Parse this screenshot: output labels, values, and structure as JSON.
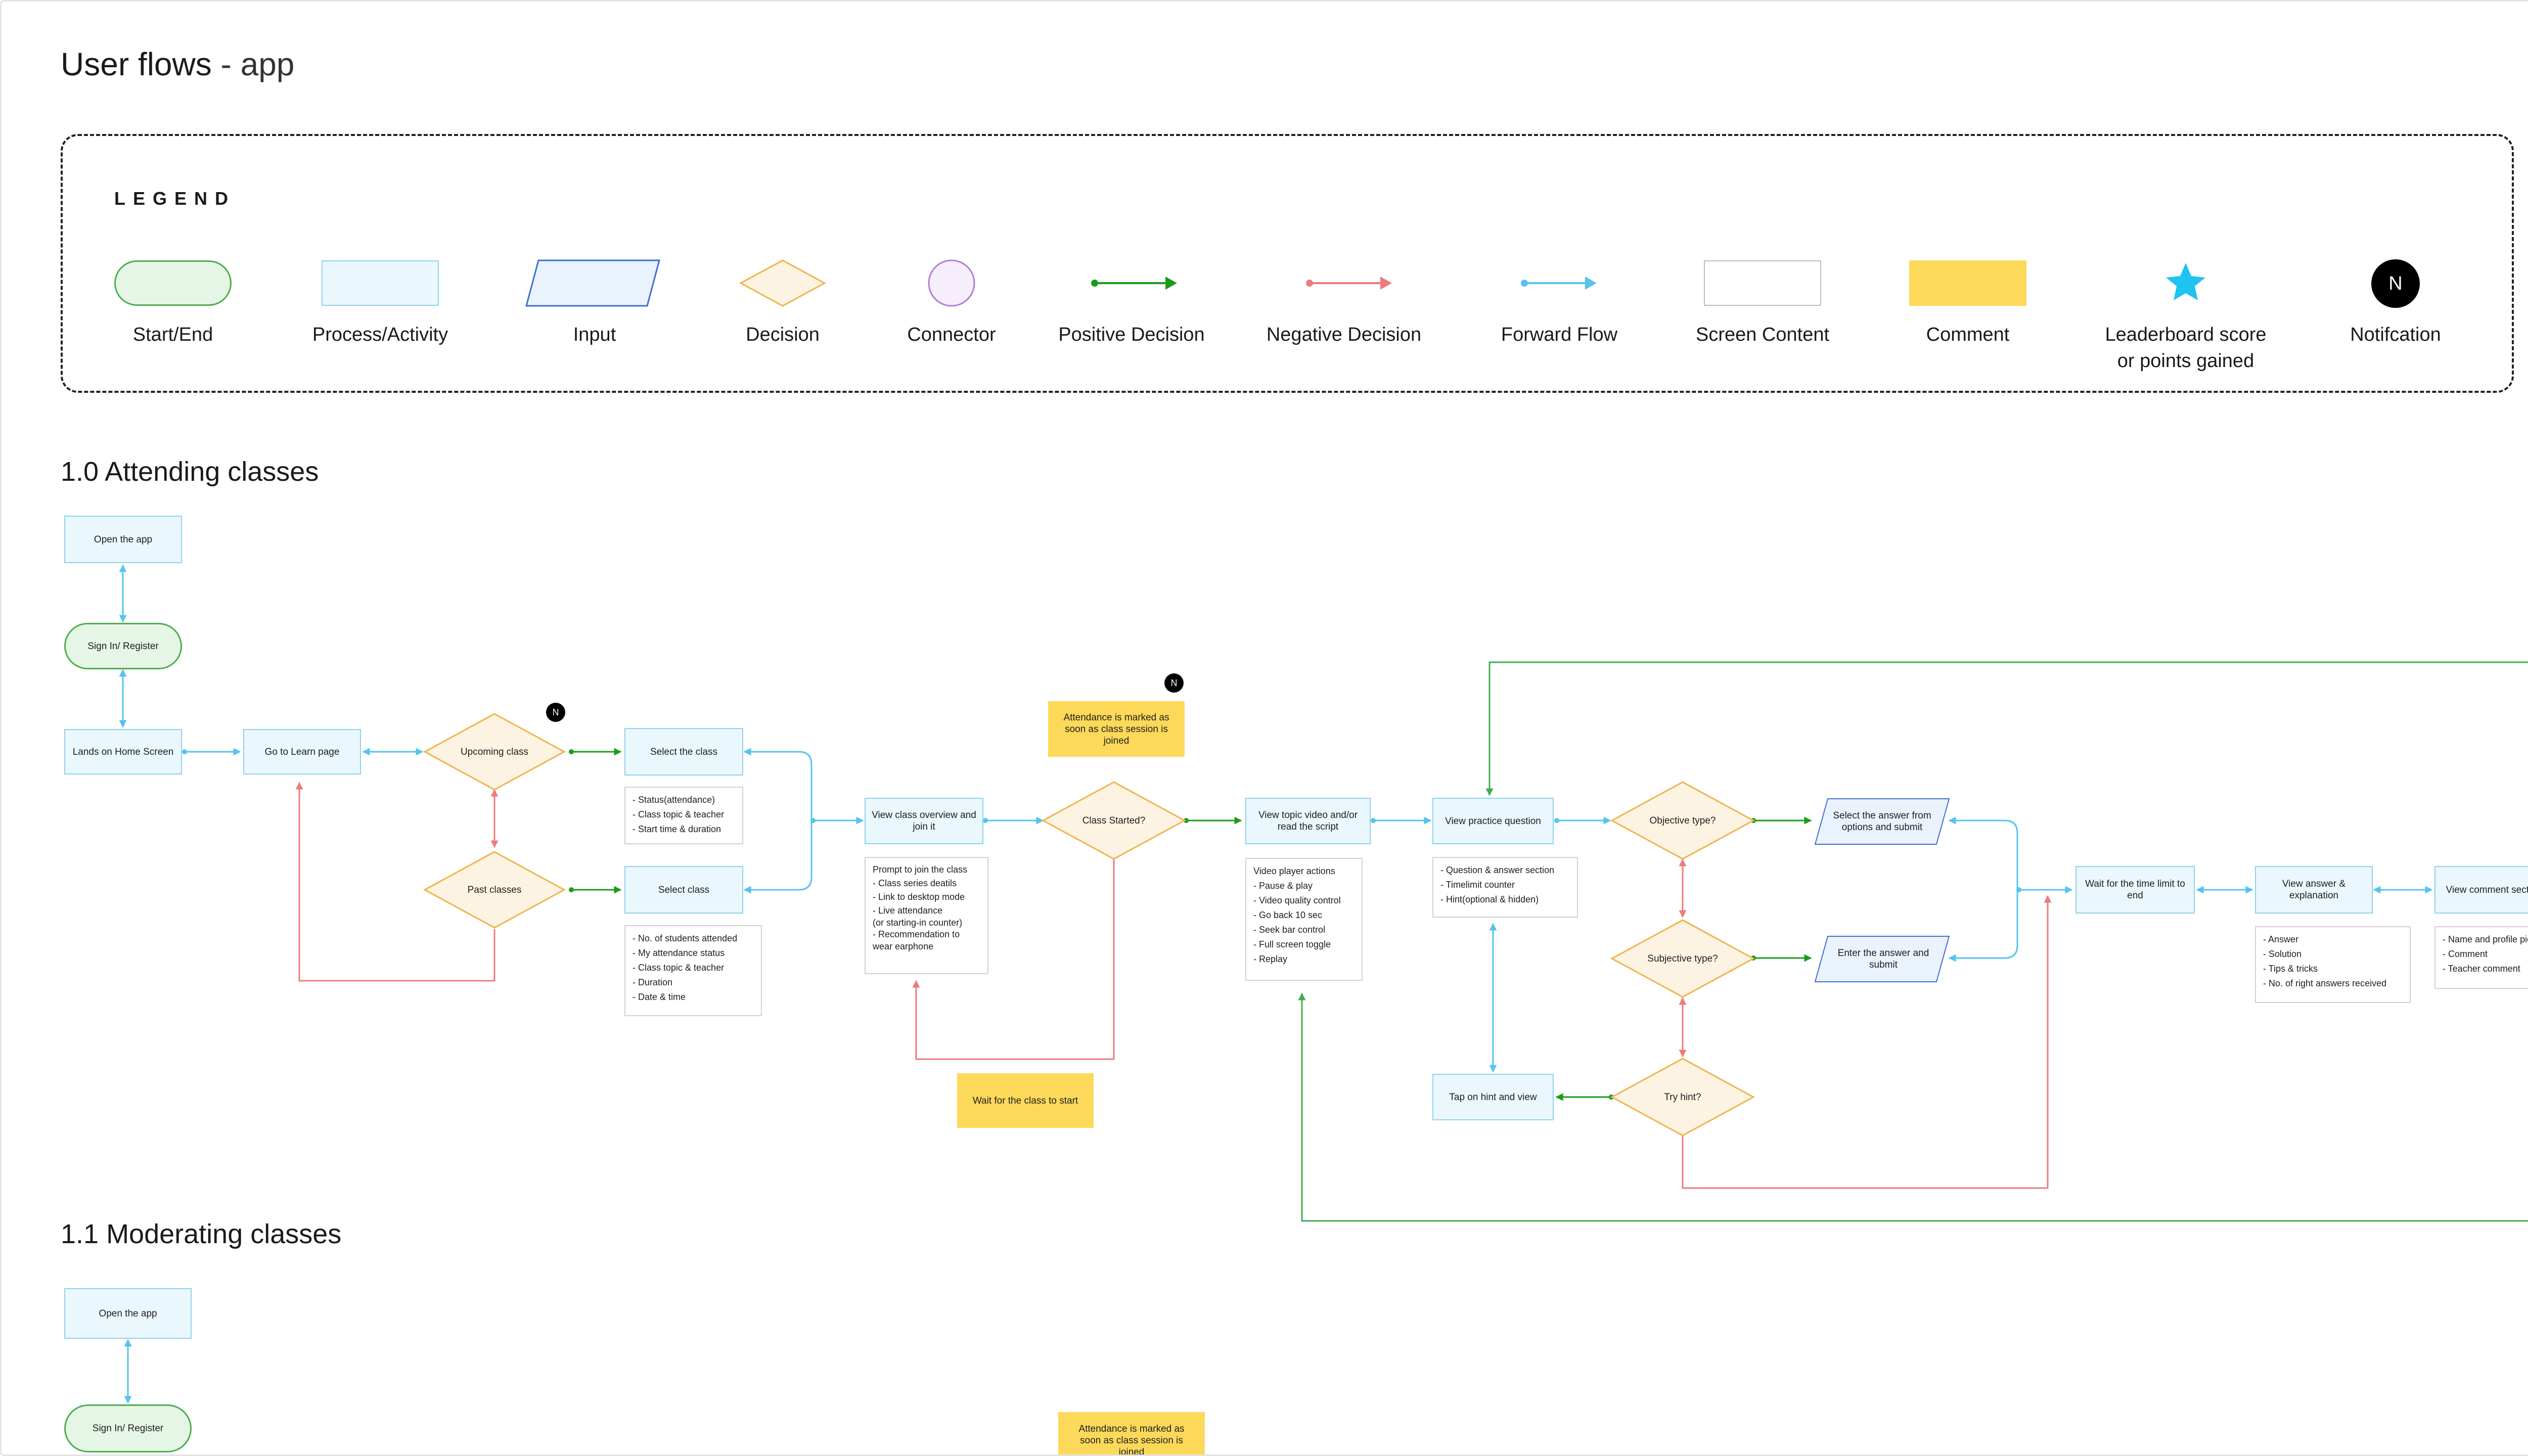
{
  "page": {
    "title_main": "User flows",
    "title_rest": " - app"
  },
  "legend": {
    "title": "LEGEND",
    "items": {
      "start_end": "Start/End",
      "process": "Process/Activity",
      "input": "Input",
      "decision": "Decision",
      "connector": "Connector",
      "positive": "Positive Decision",
      "negative": "Negative Decision",
      "forward": "Forward Flow",
      "screen": "Screen Content",
      "comment": "Comment",
      "leaderboard_1": "Leaderboard score",
      "leaderboard_2": "or points gained",
      "notification": "Notifcation",
      "notification_glyph": "N"
    }
  },
  "colors": {
    "positive": "#1a9c1a",
    "negative": "#ee7b7b",
    "forward": "#55c3ee",
    "long_loop": "#3fae4d",
    "process_fill": "#eaf7fc",
    "comment_fill": "#fdd95a",
    "leaderboard_star": "#1ec3f0"
  },
  "sec10": {
    "heading": "1.0 Attending classes",
    "open_app": "Open the app",
    "sign_in": "Sign In/ Register",
    "home": "Lands on Home Screen",
    "learn": "Go to Learn page",
    "upcoming": "Upcoming class",
    "past": "Past classes",
    "select_the_class": "Select the class",
    "select_class": "Select class",
    "upcoming_details": [
      "- Status(attendance)",
      "- Class topic & teacher",
      "- Start time & duration"
    ],
    "past_details": [
      "- No. of students attended",
      "- My attendance status",
      "- Class topic & teacher",
      "- Duration",
      "- Date & time"
    ],
    "view_overview": "View class overview and join it",
    "overview_details": [
      "Prompt to join the class",
      "- Class series deatils",
      "- Link to desktop mode",
      "- Live attendance",
      "(or starting-in counter)",
      "- Recommendation to",
      "wear earphone"
    ],
    "attendance_note": "Attendance is marked as soon as class session is joined",
    "class_started": "Class Started?",
    "wait_class": "Wait for the class to start",
    "view_topic": "View topic video and/or read the script",
    "video_details": [
      "Video player actions",
      "- Pause & play",
      "- Video quality control",
      "- Go back 10 sec",
      "- Seek bar control",
      "- Full screen toggle",
      "- Replay"
    ],
    "view_practice": "View practice question",
    "practice_details": [
      "- Question & answer section",
      "- Timelimit counter",
      "- Hint(optional & hidden)"
    ],
    "tap_hint": "Tap on hint and view",
    "objective": "Objective type?",
    "subjective": "Subjective type?",
    "try_hint": "Try hint?",
    "select_answer": "Select the answer from options and submit",
    "enter_answer": "Enter the answer and submit",
    "wait_time": "Wait for the time limit to end",
    "view_answer": "View answer & explanation",
    "answer_details": [
      "- Answer",
      "- Solution",
      "- Tips & tricks",
      "- No. of right answers received"
    ],
    "view_comment": "View comment section",
    "comment_details": [
      "- Name and profile pic",
      "- Comment",
      "- Teacher comment"
    ],
    "notif_glyph": "N"
  },
  "sec11": {
    "heading": "1.1 Moderating classes",
    "open_app": "Open the app",
    "sign_in": "Sign In/ Register",
    "attendance_note": "Attendance is marked as soon as class session is joined"
  }
}
